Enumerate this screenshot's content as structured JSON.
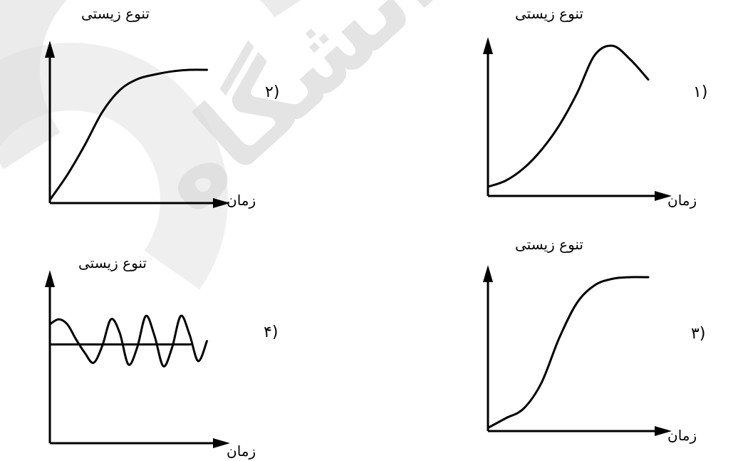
{
  "chart_data": [
    {
      "type": "line",
      "option": "(۱",
      "xlabel": "زمان",
      "ylabel": "تنوع زیستی",
      "xlim": [
        0,
        10
      ],
      "ylim": [
        0,
        10
      ],
      "x": [
        0,
        1,
        2,
        3,
        4,
        5,
        6,
        7,
        8,
        9
      ],
      "values": [
        0.6,
        1,
        1.8,
        3,
        4.6,
        6.7,
        9.2,
        9.8,
        8.9,
        7.6
      ]
    },
    {
      "type": "line",
      "option": "(۲",
      "xlabel": "زمان",
      "ylabel": "تنوع زیستی",
      "xlim": [
        0,
        10
      ],
      "ylim": [
        0,
        10
      ],
      "x": [
        0,
        1,
        2,
        3,
        4,
        5,
        6,
        7,
        8,
        9
      ],
      "values": [
        0.2,
        1.8,
        3.7,
        5.8,
        7.2,
        7.9,
        8.2,
        8.4,
        8.5,
        8.5
      ]
    },
    {
      "type": "line",
      "option": "(۳",
      "xlabel": "زمان",
      "ylabel": "تنوع زیستی",
      "xlim": [
        0,
        10
      ],
      "ylim": [
        0,
        10
      ],
      "x": [
        0,
        1,
        2,
        3,
        4,
        5,
        6,
        7,
        8,
        9
      ],
      "values": [
        0.2,
        0.8,
        1.4,
        3,
        5.8,
        8,
        9.1,
        9.5,
        9.6,
        9.6
      ]
    },
    {
      "type": "line",
      "option": "(۴",
      "xlabel": "زمان",
      "ylabel": "تنوع زیستی",
      "xlim": [
        0,
        10
      ],
      "ylim": [
        0,
        10
      ],
      "x": [
        0,
        0.5,
        1,
        1.5,
        2,
        2.5,
        3,
        3.5,
        4,
        4.5,
        5,
        5.5,
        6,
        6.5,
        7,
        7.5,
        8,
        8.5,
        9
      ],
      "values": [
        7.1,
        7.4,
        7.1,
        6.2,
        5.4,
        4.8,
        5.8,
        7.4,
        6.6,
        4.7,
        5.7,
        7.6,
        6.4,
        4.6,
        5.7,
        7.6,
        6.5,
        4.9,
        6.1
      ],
      "reference_line": 5.9
    }
  ]
}
